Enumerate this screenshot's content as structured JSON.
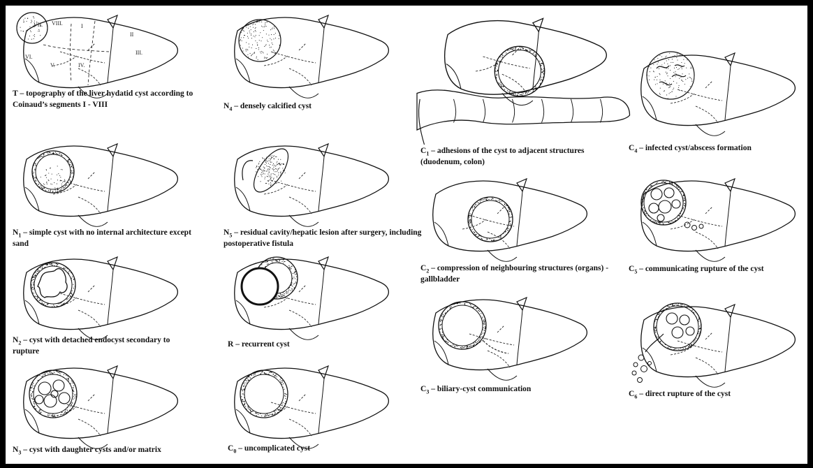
{
  "panels": [
    {
      "id": "T",
      "sym": "T",
      "sub": "",
      "text": " – topography of the liver hydatid cyst according to Coinaud’s segments I - VIII",
      "cyst": "segments"
    },
    {
      "id": "N4",
      "sym": "N",
      "sub": "4",
      "text": " – densely calcified cyst",
      "cyst": "calcified"
    },
    {
      "id": "C1",
      "sym": "C",
      "sub": "1",
      "text": " – adhesions of the cyst to adjacent structures (duodenum, colon)",
      "cyst": "adhesion"
    },
    {
      "id": "C4",
      "sym": "C",
      "sub": "4",
      "text": " – infected cyst/abscess formation",
      "cyst": "infected"
    },
    {
      "id": "N1",
      "sym": "N",
      "sub": "1",
      "text": " – simple cyst with no internal architecture except sand",
      "cyst": "simple"
    },
    {
      "id": "N5",
      "sym": "N",
      "sub": "5",
      "text": " – residual cavity/hepatic lesion after surgery, including postoperative fistula",
      "cyst": "residual"
    },
    {
      "id": "C2",
      "sym": "C",
      "sub": "2",
      "text": " – compression of neighbouring structures (organs) - gallbladder",
      "cyst": "compression"
    },
    {
      "id": "C5",
      "sym": "C",
      "sub": "5",
      "text": " – communicating rupture of the cyst",
      "cyst": "communicating"
    },
    {
      "id": "N2",
      "sym": "N",
      "sub": "2",
      "text": " – cyst with detached endocyst secondary to rupture",
      "cyst": "detached"
    },
    {
      "id": "R",
      "sym": "R",
      "sub": "",
      "text": " – recurrent cyst",
      "cyst": "recurrent"
    },
    {
      "id": "C3",
      "sym": "C",
      "sub": "3",
      "text": " – biliary-cyst communication",
      "cyst": "biliary"
    },
    {
      "id": "C6",
      "sym": "C",
      "sub": "6",
      "text": " – direct rupture of the cyst",
      "cyst": "direct"
    },
    {
      "id": "N3",
      "sym": "N",
      "sub": "3",
      "text": " – cyst with daughter cysts and/or matrix",
      "cyst": "daughter"
    },
    {
      "id": "C0",
      "sym": "C",
      "sub": "0",
      "text": " – uncomplicated cyst",
      "cyst": "uncomplicated"
    }
  ],
  "segment_labels": [
    "VII.",
    "VIII.",
    "I",
    "II",
    "III.",
    "VI.",
    "V.",
    "IV."
  ],
  "colors": {
    "ink": "#111111",
    "background": "#ffffff",
    "border": "#000000"
  }
}
